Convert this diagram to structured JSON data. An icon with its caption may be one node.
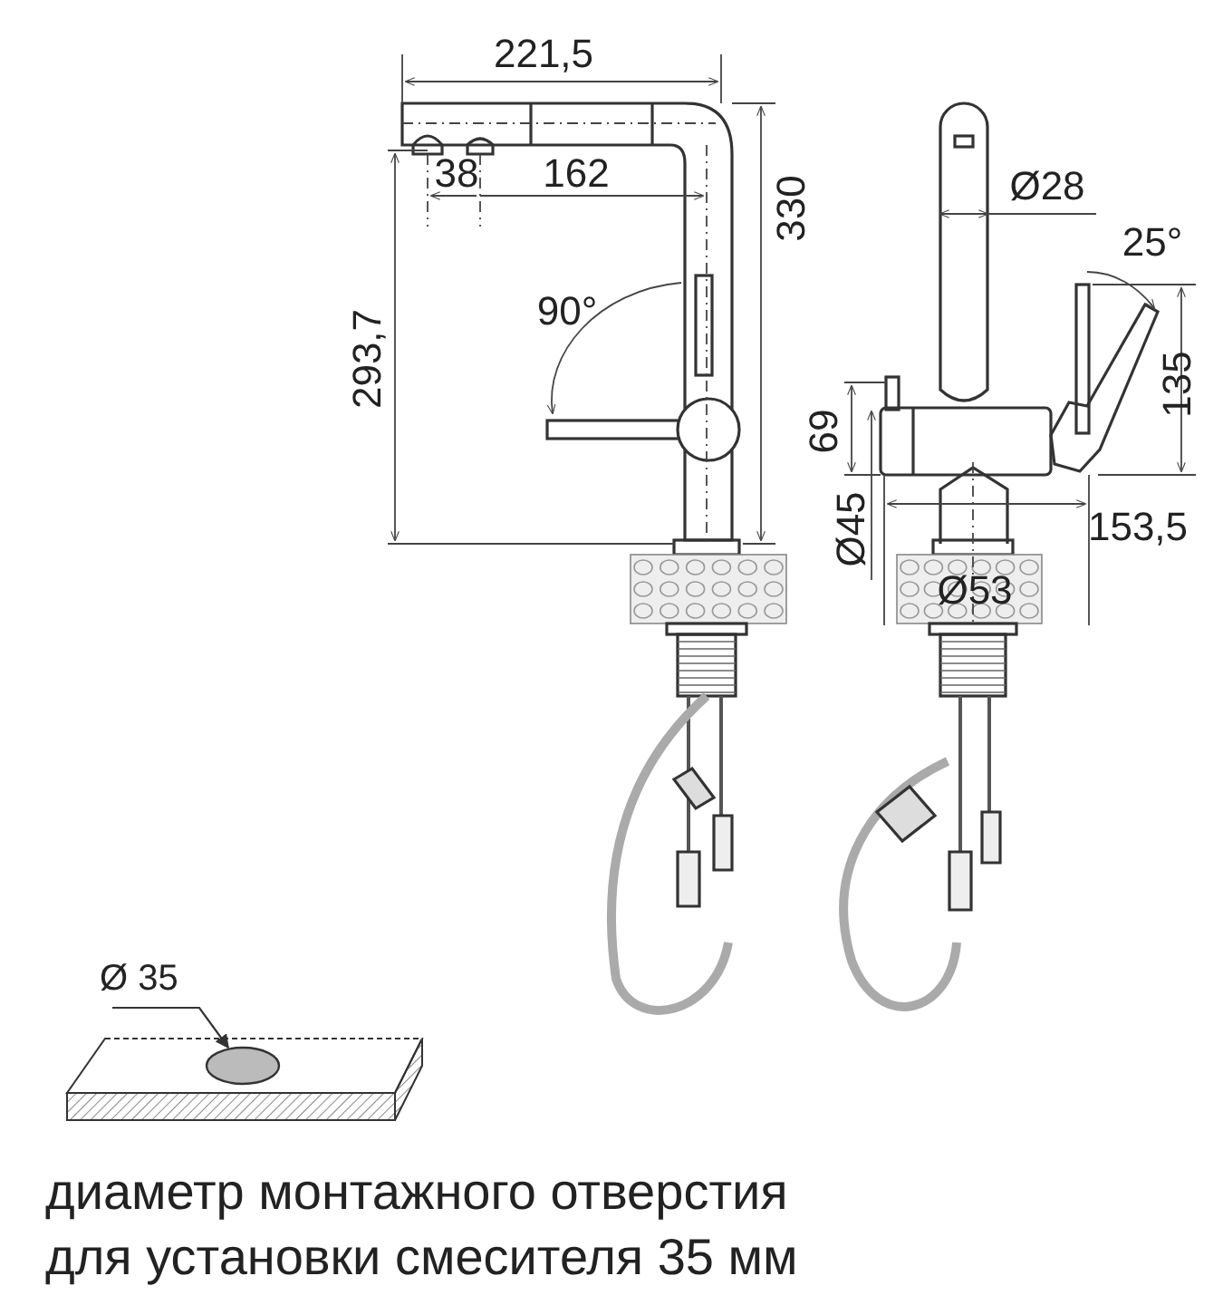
{
  "diagram": {
    "caption": "диаметр монтажного отверстия для установки смесителя 35 мм",
    "nodes": [
      {
        "text": [
          "Ø 35"
        ]
      },
      {
        "text": [],
        "shape": "circle"
      }
    ],
    "edges": [
      {
        "from": 0,
        "to": 1,
        "arrow": "to"
      }
    ],
    "labels": [
      "221,5",
      "38",
      "162",
      "330",
      "90°",
      "293,7",
      "Ø28",
      "25°",
      "69",
      "135",
      "Ø45",
      "153,5",
      "Ø53"
    ]
  }
}
